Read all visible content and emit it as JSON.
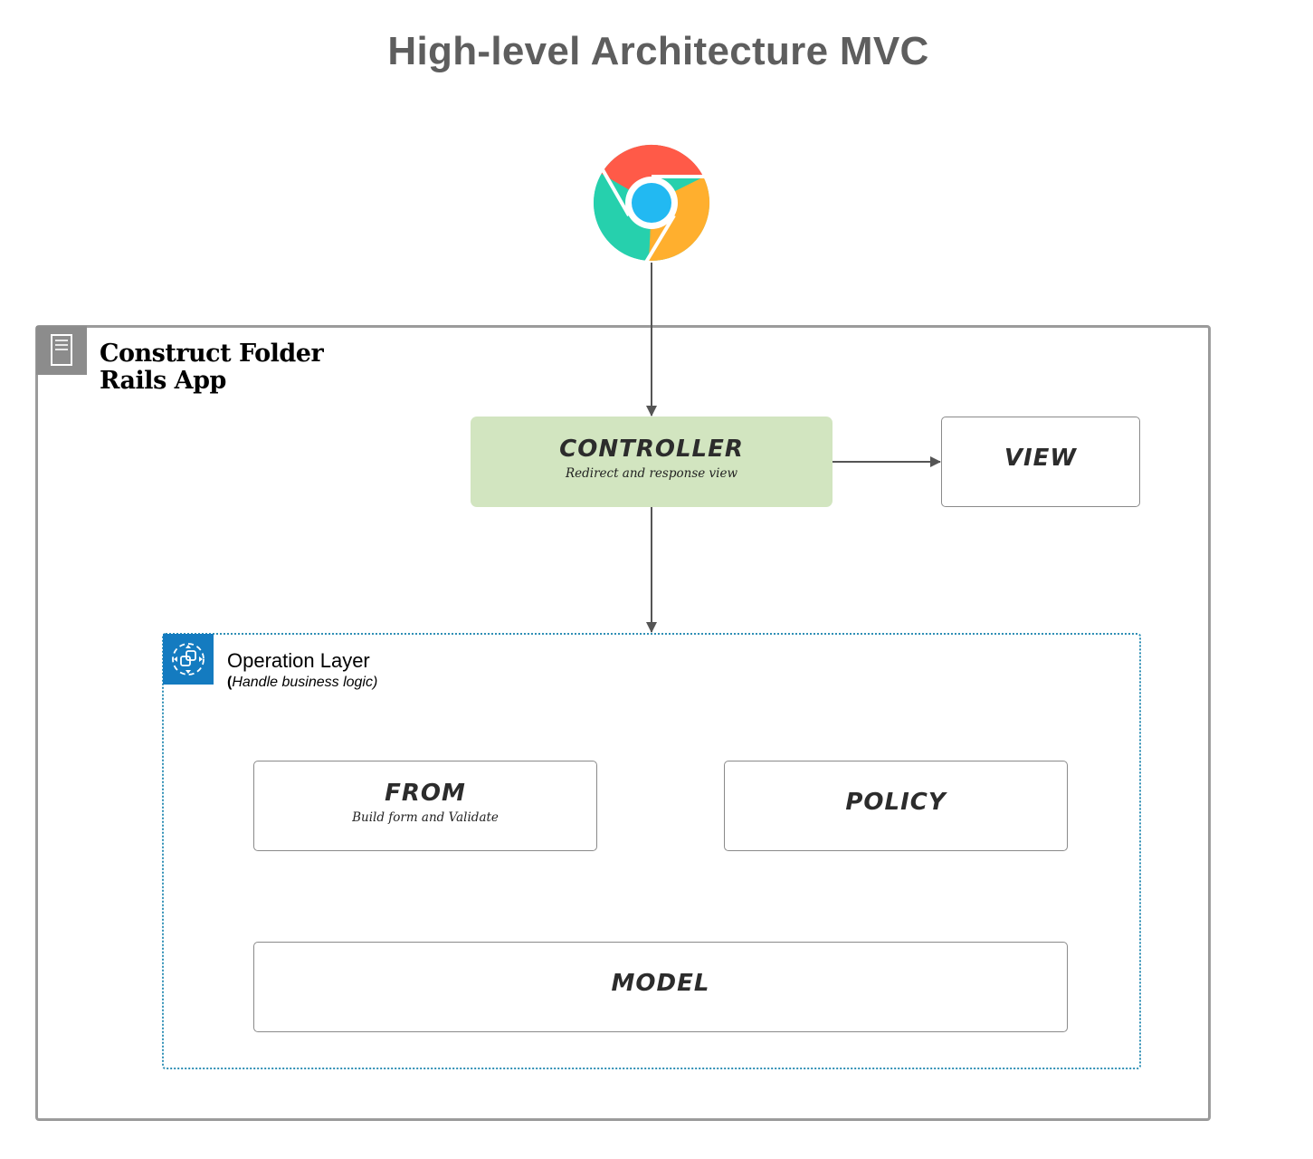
{
  "diagram": {
    "title": "High-level Architecture MVC",
    "client": {
      "icon": "chrome-browser-icon"
    },
    "app_container": {
      "title_line1": "Construct Folder",
      "title_line2": "Rails App",
      "icon": "server-icon",
      "border_color": "#9b9b9b"
    },
    "controller": {
      "title": "CONTROLLER",
      "subtitle": "Redirect and response view",
      "fill_color": "#d2e5c0"
    },
    "view": {
      "title": "VIEW"
    },
    "operation_layer": {
      "title": "Operation Layer",
      "subtitle_paren": "(",
      "subtitle_text": "Handle business logic)",
      "icon": "operation-layer-icon",
      "accent_color": "#147bc0"
    },
    "form": {
      "title": "FROM",
      "subtitle": "Build form and Validate"
    },
    "policy": {
      "title": "POLICY"
    },
    "model": {
      "title": "MODEL"
    },
    "edges": [
      {
        "from": "client",
        "to": "controller"
      },
      {
        "from": "controller",
        "to": "view"
      },
      {
        "from": "controller",
        "to": "operation_layer"
      }
    ]
  }
}
